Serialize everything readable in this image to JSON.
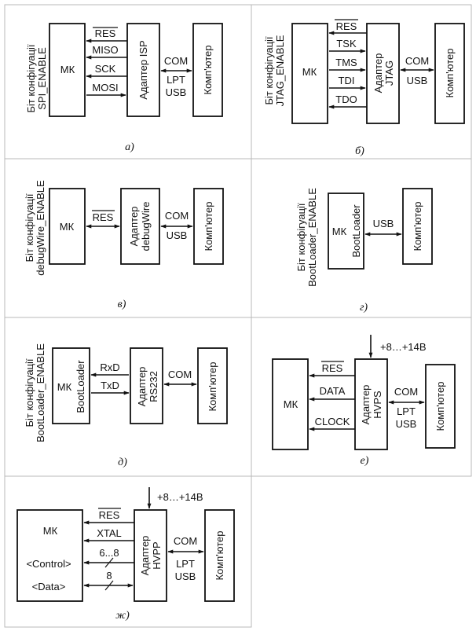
{
  "panels": {
    "a": {
      "caption": "а)",
      "config_bit": [
        "Біт конфігуації",
        "SPI_ENABLE"
      ],
      "mk": "МК",
      "adapter": [
        "Адаптер ISP"
      ],
      "computer": "Комп'ютер",
      "signals": [
        "RES",
        "MISO",
        "SCK",
        "MOSI"
      ],
      "link": [
        "COM",
        "LPT",
        "USB"
      ]
    },
    "b": {
      "caption": "б)",
      "config_bit": [
        "Біт конфігуації",
        "JTAG_ENABLE"
      ],
      "mk": "МК",
      "adapter": [
        "Адаптер",
        "JTAG"
      ],
      "computer": "Комп'ютер",
      "signals": [
        "RES",
        "TSK",
        "TMS",
        "TDI",
        "TDO"
      ],
      "link": [
        "COM",
        "USB"
      ]
    },
    "v": {
      "caption": "в)",
      "config_bit": [
        "Біт конфігуації",
        "debugWire_ENABLE"
      ],
      "mk": "МК",
      "adapter": [
        "Адаптер",
        "debugWire"
      ],
      "computer": "Комп'ютер",
      "signals": [
        "RES"
      ],
      "link": [
        "COM",
        "USB"
      ]
    },
    "g": {
      "caption": "г)",
      "config_bit": [
        "Біт конфігуації",
        "BootLoader_ENABLE"
      ],
      "mk": "МК",
      "mk_sub": "BootLoader",
      "computer": "Комп'ютер",
      "link": [
        "USB"
      ]
    },
    "d": {
      "caption": "д)",
      "config_bit": [
        "Біт конфігуації",
        "BootLoader_ENABLE"
      ],
      "mk": "МК",
      "mk_sub": "BootLoader",
      "adapter": [
        "Адаптер",
        "RS232"
      ],
      "computer": "Комп'ютер",
      "signals": [
        "RxD",
        "TxD"
      ],
      "link": [
        "COM"
      ]
    },
    "e": {
      "caption": "е)",
      "supply": "+8…+14В",
      "mk": "МК",
      "adapter": [
        "Адаптер",
        "HVPS"
      ],
      "computer": "Комп'ютер",
      "signals": [
        "RES",
        "DATA",
        "CLOCK"
      ],
      "link": [
        "COM",
        "LPT",
        "USB"
      ]
    },
    "zh": {
      "caption": "ж)",
      "supply": "+8…+14В",
      "mk": "МК",
      "mk_ports": [
        "<Control>",
        "<Data>"
      ],
      "adapter": [
        "Адаптер",
        "HVPP"
      ],
      "computer": "Комп'ютер",
      "signals": [
        "RES",
        "XTAL",
        "6...8",
        "8"
      ],
      "link": [
        "COM",
        "LPT",
        "USB"
      ]
    }
  }
}
